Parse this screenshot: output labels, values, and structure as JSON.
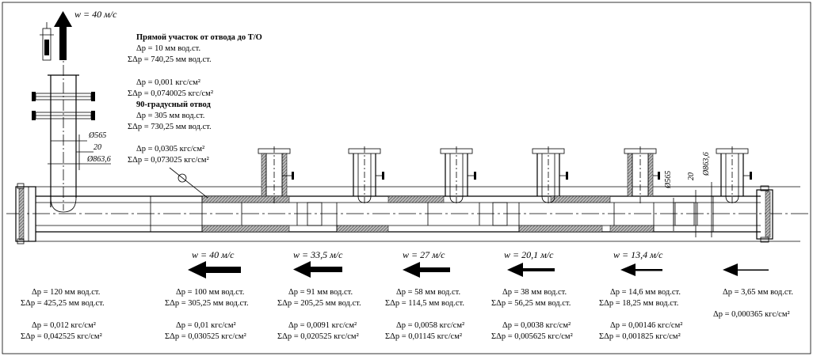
{
  "outlet": {
    "velocity": "w = 40 м/с"
  },
  "notes": {
    "straight_title": "Прямой участок от отвода до Т/О",
    "straight_dp_mm": "Δp = 10 мм вод.ст.",
    "straight_sum_mm": "ΣΔp = 740,25 мм вод.ст.",
    "straight_dp_kgf": "Δp = 0,001 кгс/см²",
    "straight_sum_kgf": "ΣΔp = 0,0740025 кгс/см²",
    "bend_title": "90-градусный отвод",
    "bend_dp_mm": "Δp = 305 мм вод.ст.",
    "bend_sum_mm": "ΣΔp = 730,25 мм вод.ст.",
    "bend_dp_kgf": "Δp = 0,0305 кгс/см²",
    "bend_sum_kgf": "ΣΔp = 0,073025 кгс/см²"
  },
  "dims": {
    "riser_inner": "Ø565",
    "riser_step": "20",
    "riser_outer": "Ø863,6",
    "right_inner": "Ø565",
    "right_step": "20",
    "right_outer": "Ø863,6"
  },
  "velocities": [
    {
      "label": "w = 40 м/с"
    },
    {
      "label": "w = 33,5 м/с"
    },
    {
      "label": "w = 27 м/с"
    },
    {
      "label": "w = 20,1 м/с"
    },
    {
      "label": "w = 13,4 м/с"
    }
  ],
  "sections": [
    {
      "dp_mm": "Δp = 120 мм вод.ст.",
      "sum_mm": "ΣΔp = 425,25 мм вод.ст.",
      "dp_kgf": "Δp = 0,012 кгс/см²",
      "sum_kgf": "ΣΔp = 0,042525 кгс/см²"
    },
    {
      "dp_mm": "Δp = 100 мм вод.ст.",
      "sum_mm": "ΣΔp = 305,25 мм вод.ст.",
      "dp_kgf": "Δp = 0,01 кгс/см²",
      "sum_kgf": "ΣΔp = 0,030525 кгс/см²"
    },
    {
      "dp_mm": "Δp = 91 мм вод.ст.",
      "sum_mm": "ΣΔp = 205,25 мм вод.ст.",
      "dp_kgf": "Δp = 0,0091 кгс/см²",
      "sum_kgf": "ΣΔp = 0,020525 кгс/см²"
    },
    {
      "dp_mm": "Δp = 58 мм вод.ст.",
      "sum_mm": "ΣΔp = 114,5 мм вод.ст.",
      "dp_kgf": "Δp = 0,0058 кгс/см²",
      "sum_kgf": "ΣΔp = 0,01145 кгс/см²"
    },
    {
      "dp_mm": "Δp = 38 мм вод.ст.",
      "sum_mm": "ΣΔp = 56,25 мм вод.ст.",
      "dp_kgf": "Δp = 0,0038 кгс/см²",
      "sum_kgf": "ΣΔp = 0,005625 кгс/см²"
    },
    {
      "dp_mm": "Δp = 14,6 мм вод.ст.",
      "sum_mm": "ΣΔp = 18,25 мм вод.ст.",
      "dp_kgf": "Δp = 0,00146 кгс/см²",
      "sum_kgf": "ΣΔp = 0,001825 кгс/см²"
    },
    {
      "dp_mm": "Δp = 3,65 мм вод.ст.",
      "dp_kgf": "Δp = 0,000365 кгс/см²"
    }
  ]
}
